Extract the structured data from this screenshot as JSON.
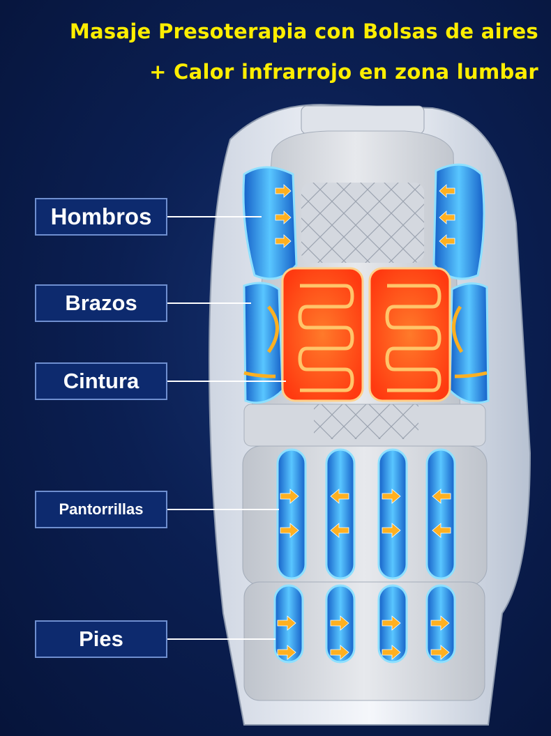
{
  "title": {
    "line1": "Masaje Presoterapia con Bolsas de aires",
    "line2": "+ Calor infrarrojo en zona lumbar"
  },
  "labels": {
    "hombros": "Hombros",
    "brazos": "Brazos",
    "cintura": "Cintura",
    "pantorrillas": "Pantorrillas",
    "pies": "Pies"
  },
  "colors": {
    "title": "#ffee00",
    "background": "#0b1f52",
    "airbag": "#2a9cf0",
    "heat": "#ff4a1a",
    "arrow": "#ffb020"
  }
}
